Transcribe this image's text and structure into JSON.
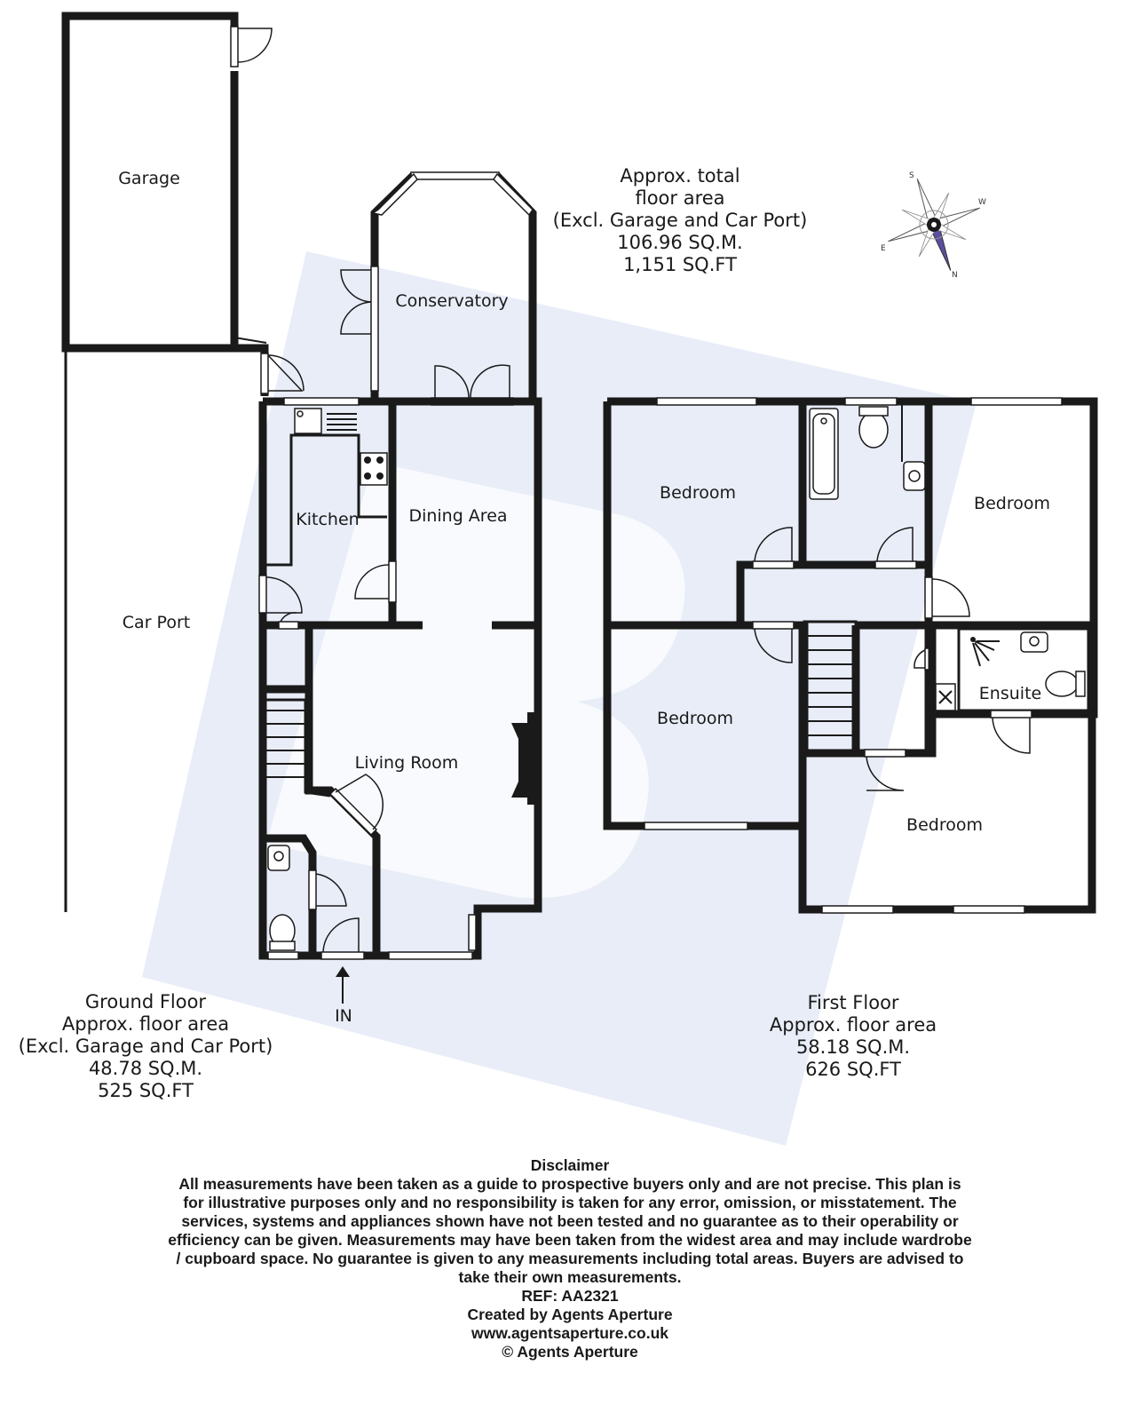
{
  "rooms": {
    "garage": "Garage",
    "car_port": "Car Port",
    "conservatory": "Conservatory",
    "kitchen": "Kitchen",
    "dining_area": "Dining Area",
    "living_room": "Living Room",
    "bedroom_1": "Bedroom",
    "bedroom_2": "Bedroom",
    "bedroom_3": "Bedroom",
    "bedroom_4": "Bedroom",
    "ensuite": "Ensuite"
  },
  "entrance_label": "IN",
  "compass": {
    "north": "N",
    "south": "S",
    "east": "E",
    "west": "W"
  },
  "total_area": {
    "line1": "Approx. total",
    "line2": "floor area",
    "line3": "(Excl. Garage and Car Port)",
    "sqm": "106.96 SQ.M.",
    "sqft": "1,151 SQ.FT"
  },
  "ground_floor": {
    "title": "Ground Floor",
    "line2": "Approx. floor area",
    "line3": "(Excl. Garage and Car Port)",
    "sqm": "48.78 SQ.M.",
    "sqft": "525 SQ.FT"
  },
  "first_floor": {
    "title": "First Floor",
    "line2": "Approx. floor area",
    "sqm": "58.18 SQ.M.",
    "sqft": "626 SQ.FT"
  },
  "disclaimer": {
    "title": "Disclaimer",
    "line1": "All measurements have been taken as a guide to prospective buyers only and are not precise. This plan is",
    "line2": "for illustrative purposes only and no responsibility is taken for any error, omission, or misstatement. The",
    "line3": "services, systems and appliances shown have not been tested and no guarantee as to their operability or",
    "line4": "efficiency can be given. Measurements may have been taken from the widest area and may include wardrobe",
    "line5": "/ cupboard space. No guarantee is given to any measurements including total areas. Buyers are advised to",
    "line6": "take their own measurements.",
    "ref": "REF: AA2321",
    "created_by": "Created by Agents Aperture",
    "website": "www.agentsaperture.co.uk",
    "copyright": "© Agents Aperture"
  },
  "colors": {
    "wall": "#1a1a1a",
    "watermark": "#e8edf8",
    "compass_needle": "#5b4fa0"
  }
}
